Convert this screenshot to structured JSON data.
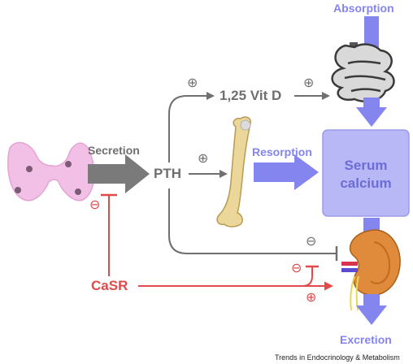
{
  "labels": {
    "absorption": "Absorption",
    "vit_d": "1,25 Vit D",
    "secretion": "Secretion",
    "pth": "PTH",
    "resorption": "Resorption",
    "serum_calcium_line1": "Serum",
    "serum_calcium_line2": "calcium",
    "casr": "CaSR",
    "excretion": "Excretion"
  },
  "signs": {
    "pth_to_vitd": "⊕",
    "vitd_to_absorption": "⊕",
    "pth_to_bone": "⊕",
    "casr_to_pth": "⊖",
    "pth_to_kidney": "⊖",
    "casr_to_kidney_inhibit": "⊖",
    "casr_to_kidney_stimulate": "⊕"
  },
  "footer": {
    "credit": "Trends in Endocrinology & Metabolism"
  },
  "colors": {
    "blue_arrow": "#8585f0",
    "serum_box": "#b8b8f6",
    "gray": "#6f6f6f",
    "red": "#e14a4a",
    "bone": "#ecd79a",
    "kidney": "#e08a3c",
    "thyroid": "#f2bfe6",
    "intestine": "#bdbdbd"
  }
}
